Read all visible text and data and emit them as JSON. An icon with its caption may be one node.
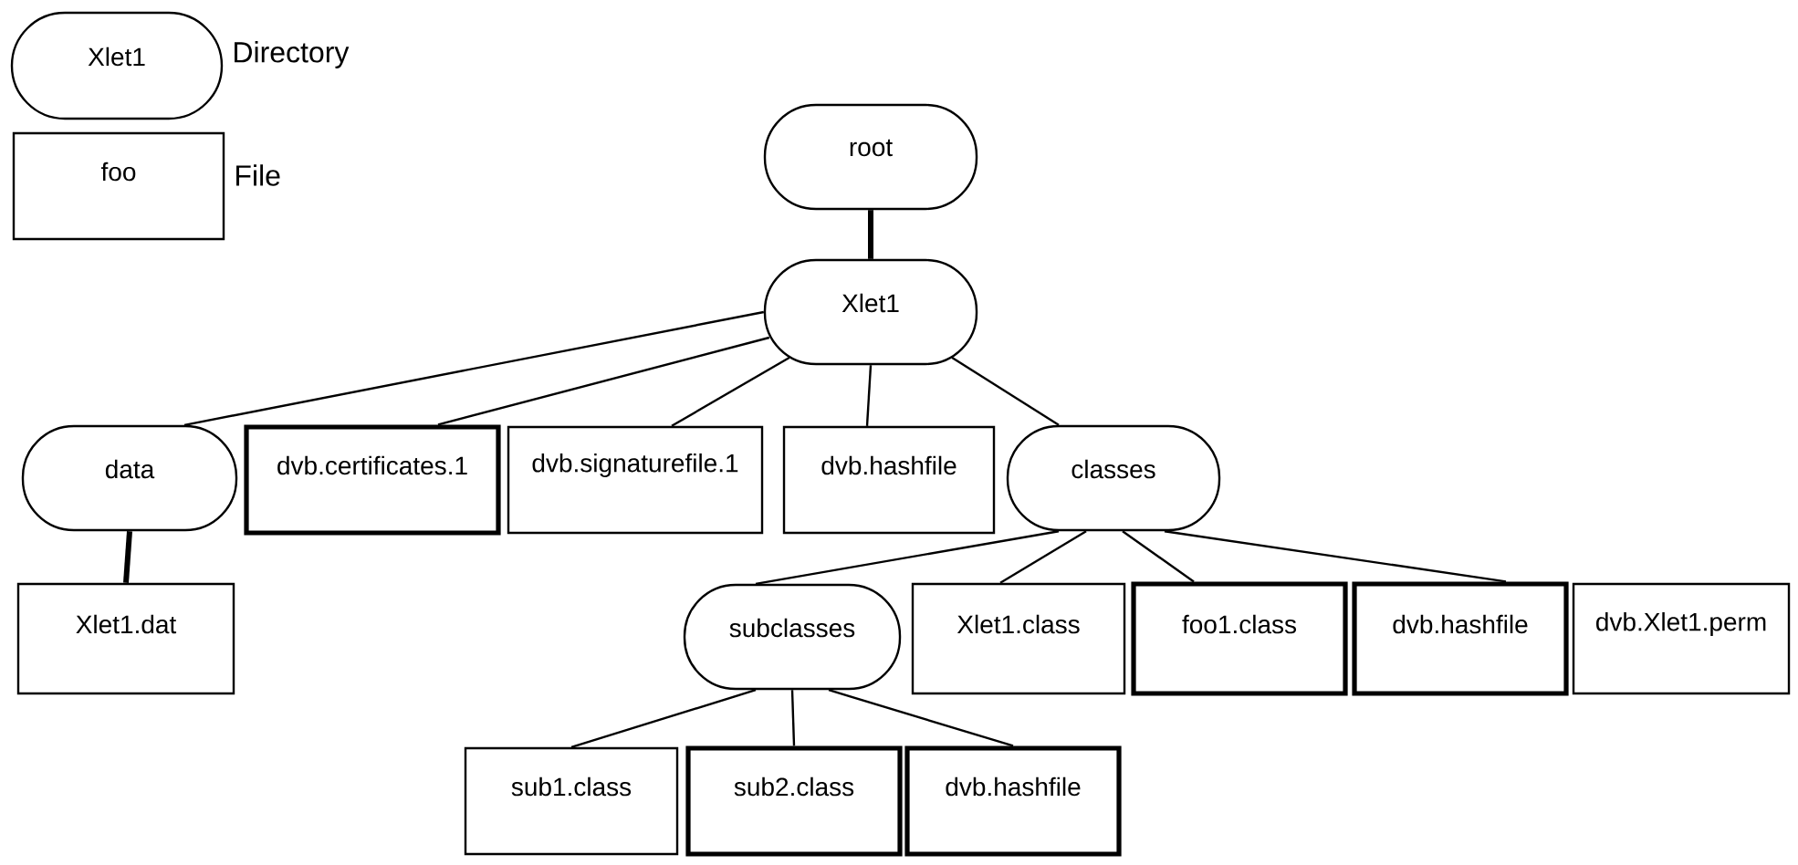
{
  "diagram": {
    "nodes": [
      {
        "text": [
          "Xlet1"
        ],
        "beside": [
          "Directory"
        ]
      },
      {
        "text": [
          "foo"
        ],
        "beside": [
          "File"
        ]
      },
      {
        "text": [
          "root"
        ]
      },
      {
        "text": [
          "Xlet1"
        ]
      },
      {
        "text": [
          "data"
        ]
      },
      {
        "text": [
          "dvb.certificates.1"
        ]
      },
      {
        "text": [
          "dvb.signaturefile.1"
        ]
      },
      {
        "text": [
          "dvb.hashfile"
        ]
      },
      {
        "text": [
          "classes"
        ]
      },
      {
        "text": [
          "Xlet1.dat"
        ]
      },
      {
        "text": [
          "subclasses"
        ]
      },
      {
        "text": [
          "Xlet1.class"
        ]
      },
      {
        "text": [
          "foo1.class"
        ]
      },
      {
        "text": [
          "dvb.hashfile"
        ]
      },
      {
        "text": [
          "dvb.Xlet1.perm"
        ]
      },
      {
        "text": [
          "sub1.class"
        ]
      },
      {
        "text": [
          "sub2.class"
        ]
      },
      {
        "text": [
          "dvb.hashfile"
        ]
      }
    ],
    "edges": [
      {
        "from": 2,
        "to": 3,
        "arrow": "none",
        "style": "thick"
      },
      {
        "from": 3,
        "to": 4,
        "arrow": "none"
      },
      {
        "from": 3,
        "to": 5,
        "arrow": "none"
      },
      {
        "from": 3,
        "to": 6,
        "arrow": "none"
      },
      {
        "from": 3,
        "to": 7,
        "arrow": "none"
      },
      {
        "from": 3,
        "to": 8,
        "arrow": "none"
      },
      {
        "from": 4,
        "to": 9,
        "arrow": "none",
        "style": "thick"
      },
      {
        "from": 8,
        "to": 10,
        "arrow": "none"
      },
      {
        "from": 8,
        "to": 11,
        "arrow": "none"
      },
      {
        "from": 8,
        "to": 12,
        "arrow": "none"
      },
      {
        "from": 8,
        "to": 13,
        "arrow": "none"
      },
      {
        "from": 10,
        "to": 15,
        "arrow": "none"
      },
      {
        "from": 10,
        "to": 16,
        "arrow": "none"
      },
      {
        "from": 10,
        "to": 17,
        "arrow": "none"
      }
    ]
  }
}
